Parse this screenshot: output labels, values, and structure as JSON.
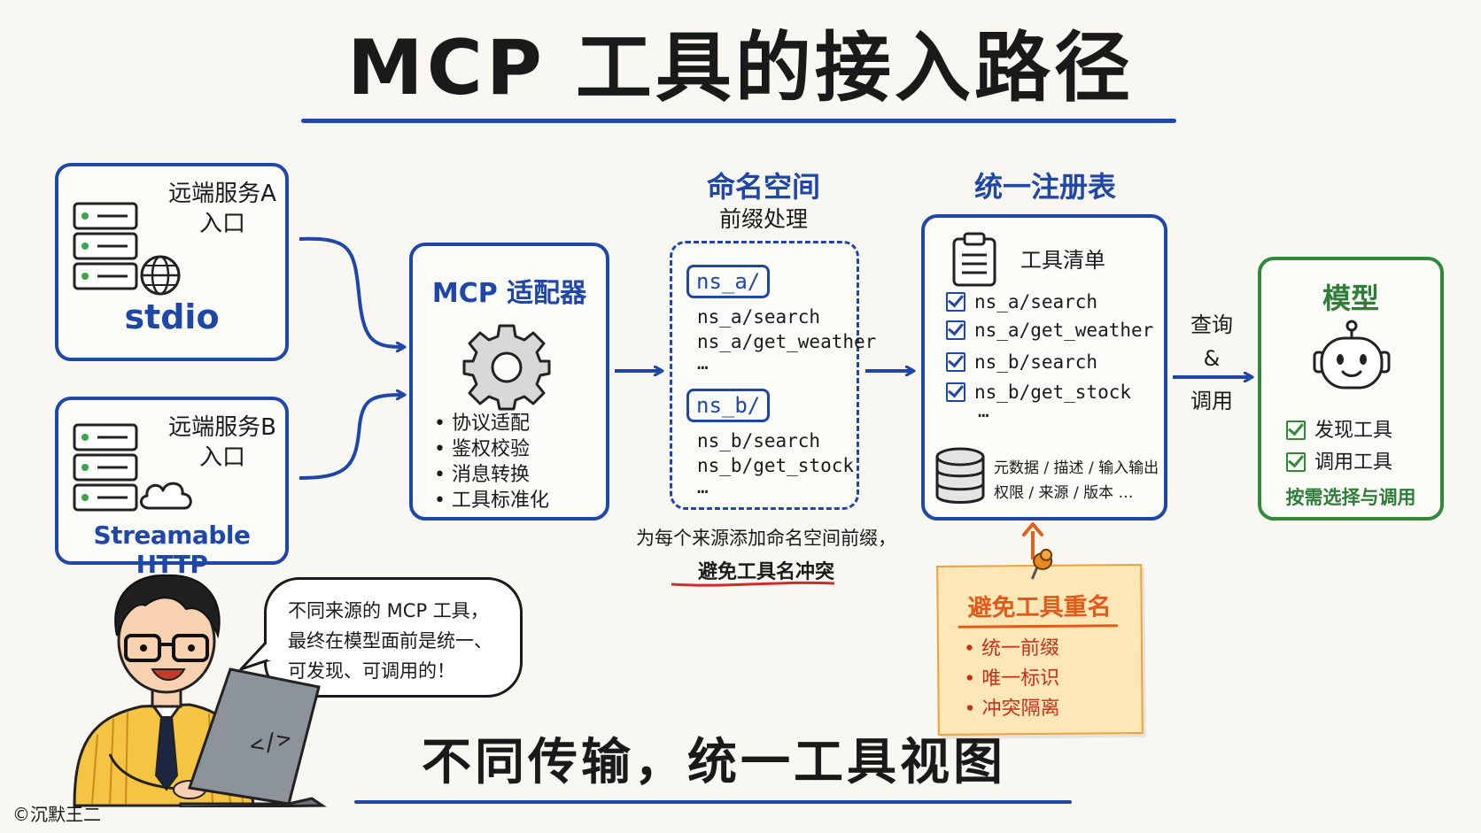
{
  "title": "MCP 工具的接入路径",
  "subtitle": "不同传输，统一工具视图",
  "copyright": "©沉默王二",
  "server_a": {
    "name": "远端服务A",
    "name2": "入口",
    "transport": "stdio"
  },
  "server_b": {
    "name": "远端服务B",
    "name2": "入口",
    "transport": "Streamable HTTP"
  },
  "adapter": {
    "title": "MCP 适配器",
    "bullets": [
      "• 协议适配",
      "• 鉴权校验",
      "• 消息转换",
      "• 工具标准化"
    ]
  },
  "namespace": {
    "title": "命名空间",
    "subtitle": "前缀处理",
    "group_a": {
      "tag": "ns_a/",
      "items": [
        "ns_a/search",
        "ns_a/get_weather",
        "…"
      ]
    },
    "group_b": {
      "tag": "ns_b/",
      "items": [
        "ns_b/search",
        "ns_b/get_stock",
        "…"
      ]
    },
    "note_line1": "为每个来源添加命名空间前缀，",
    "note_line2": "避免工具名冲突"
  },
  "registry": {
    "title": "统一注册表",
    "list_title": "工具清单",
    "items": [
      "ns_a/search",
      "ns_a/get_weather",
      "ns_b/search",
      "ns_b/get_stock"
    ],
    "more": "…",
    "meta_line1": "元数据 / 描述 / 输入输出",
    "meta_line2": "权限 / 来源 / 版本 …"
  },
  "edge_label": {
    "line1": "查询",
    "line2": "&",
    "line3": "调用"
  },
  "model": {
    "title": "模型",
    "checks": [
      "发现工具",
      "调用工具"
    ],
    "footer": "按需选择与调用"
  },
  "sticky_note": {
    "title": "避免工具重名",
    "bullets": [
      "• 统一前缀",
      "• 唯一标识",
      "• 冲突隔离"
    ]
  },
  "speech": {
    "lines": [
      "不同来源的 MCP 工具，",
      "最终在模型面前是统一、",
      "可发现、可调用的！"
    ]
  },
  "laptop_code": "</>",
  "colors": {
    "blue": "#1f47a8",
    "green": "#2f8a3a",
    "orange": "#f0a13a",
    "red": "#d22a2a"
  }
}
